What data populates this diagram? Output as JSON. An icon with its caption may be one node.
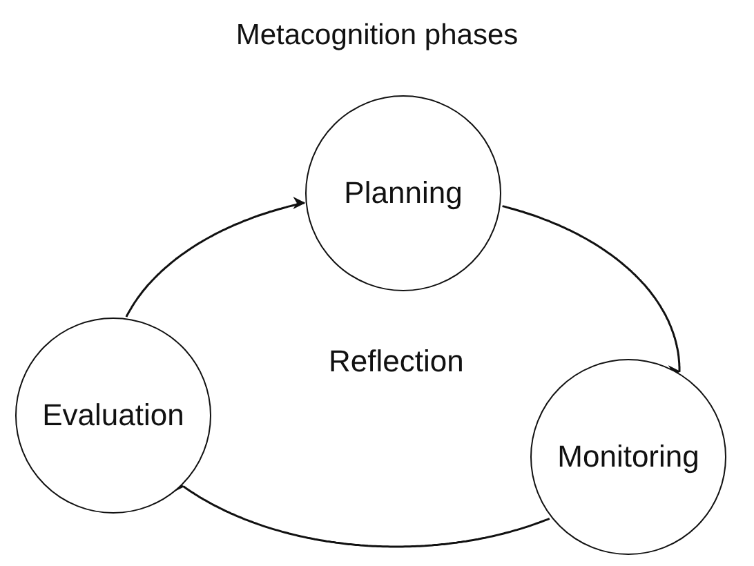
{
  "diagram": {
    "title": "Metacognition phases",
    "nodes": [
      {
        "text": [
          "Planning"
        ]
      },
      {
        "text": [
          "Monitoring"
        ]
      },
      {
        "text": [
          "Evaluation"
        ]
      }
    ],
    "edges": [
      {
        "from": 0,
        "to": 1,
        "arrow": "to"
      },
      {
        "from": 1,
        "to": 2,
        "arrow": "to"
      },
      {
        "from": 2,
        "to": 0,
        "arrow": "to"
      }
    ],
    "labels": [
      "Reflection"
    ]
  }
}
